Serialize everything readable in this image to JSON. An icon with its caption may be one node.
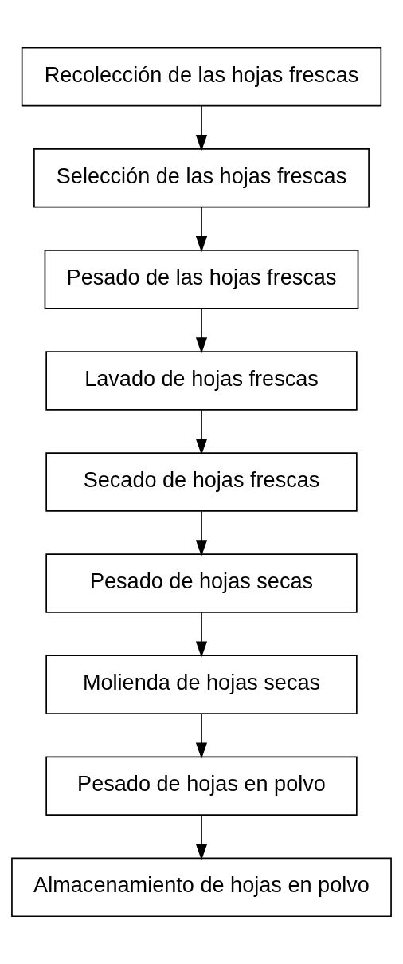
{
  "diagram": {
    "nodes": [
      {
        "text": [
          "Recolección de las hojas frescas"
        ]
      },
      {
        "text": [
          "Selección de las hojas frescas"
        ]
      },
      {
        "text": [
          "Pesado de las hojas frescas"
        ]
      },
      {
        "text": [
          "Lavado de hojas frescas"
        ]
      },
      {
        "text": [
          "Secado de hojas frescas"
        ]
      },
      {
        "text": [
          "Pesado de hojas secas"
        ]
      },
      {
        "text": [
          "Molienda de hojas secas"
        ]
      },
      {
        "text": [
          "Pesado de hojas en polvo"
        ]
      },
      {
        "text": [
          "Almacenamiento de hojas en polvo"
        ]
      }
    ],
    "edges": [
      {
        "from": 0,
        "to": 1,
        "arrow": "to"
      },
      {
        "from": 1,
        "to": 2,
        "arrow": "to"
      },
      {
        "from": 2,
        "to": 3,
        "arrow": "to"
      },
      {
        "from": 3,
        "to": 4,
        "arrow": "to"
      },
      {
        "from": 4,
        "to": 5,
        "arrow": "to"
      },
      {
        "from": 5,
        "to": 6,
        "arrow": "to"
      },
      {
        "from": 6,
        "to": 7,
        "arrow": "to"
      },
      {
        "from": 7,
        "to": 8,
        "arrow": "to"
      }
    ]
  }
}
